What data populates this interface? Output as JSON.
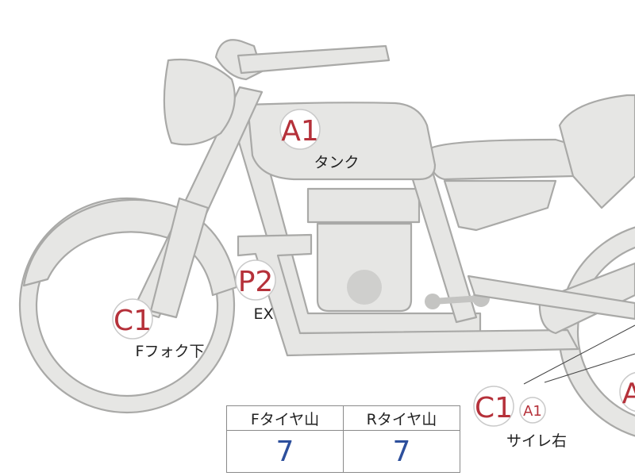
{
  "markers": [
    {
      "id": "a1-tank",
      "code": "A1",
      "label": "タンク"
    },
    {
      "id": "p2-ex",
      "code": "P2",
      "label": "EX"
    },
    {
      "id": "c1-ffork",
      "code": "C1",
      "label": "Fフォク下"
    },
    {
      "id": "c1-silencer",
      "code": "C1",
      "sub_code": "A1",
      "label": "サイレ右"
    },
    {
      "id": "a-edge",
      "code": "A",
      "label": ""
    }
  ],
  "tire_table": {
    "headers": [
      "Fタイヤ山",
      "Rタイヤ山"
    ],
    "values": [
      "7",
      "7"
    ]
  },
  "colors": {
    "body_fill": "#e6e6e4",
    "body_stroke": "#a9a9a7",
    "marker_code": "#b5313a",
    "tire_value": "#2d4f9c"
  }
}
